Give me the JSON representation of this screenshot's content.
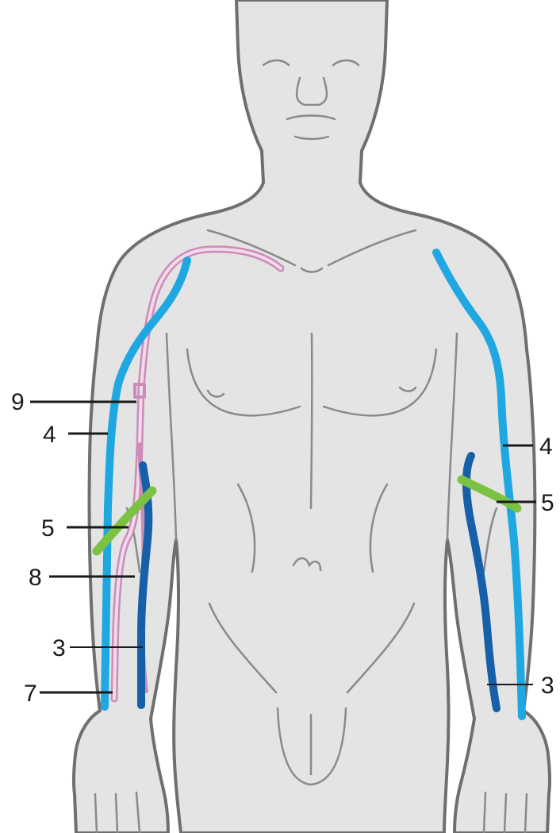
{
  "colors": {
    "skin": "#e4e4e4",
    "outline": "#6f6f6f",
    "light_blue": "#1ea7e1",
    "dark_blue": "#1560a8",
    "green": "#7cc242",
    "pink": "#cc8bb8",
    "leader": "#1a1a1a"
  },
  "labels": {
    "left_9": "9",
    "left_4": "4",
    "left_5": "5",
    "left_8": "8",
    "left_3": "3",
    "left_7": "7",
    "right_4": "4",
    "right_5": "5",
    "right_3": "3"
  }
}
